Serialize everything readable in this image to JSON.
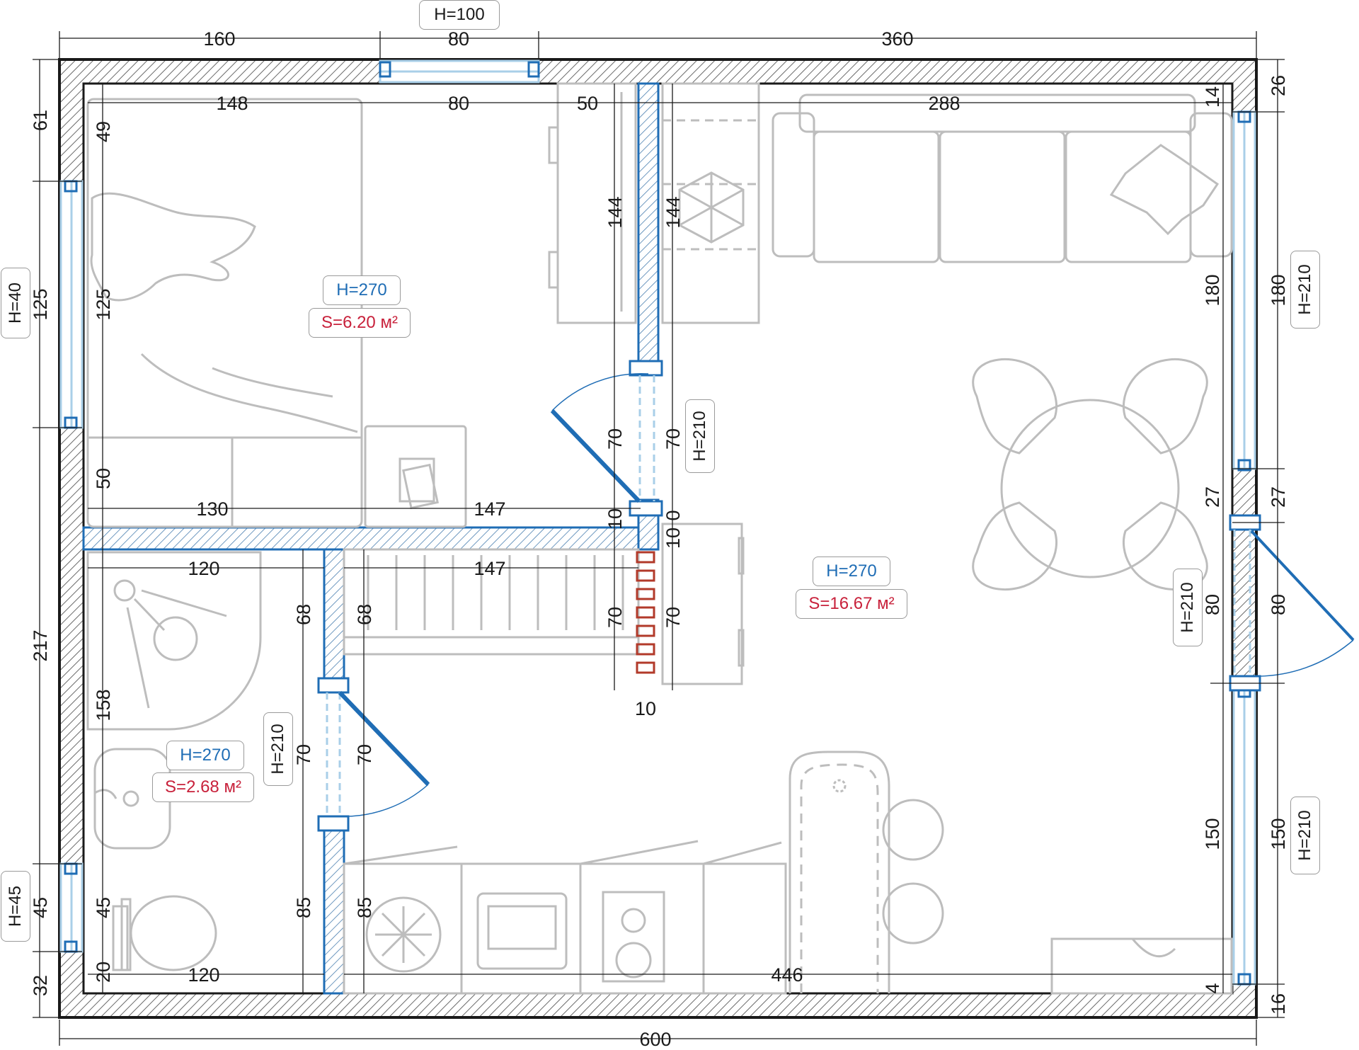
{
  "colors": {
    "wall": "#1a1a1a",
    "partition": "#1f6db5",
    "window": "#a9cfe8",
    "furniture": "#bdbdbd",
    "height_text": "#1f6db5",
    "area_text": "#c8213b",
    "radiator": "#b23a2a"
  },
  "rooms": {
    "bedroom": {
      "height": "H=270",
      "area": "S=6.20 м²"
    },
    "living": {
      "height": "H=270",
      "area": "S=16.67 м²"
    },
    "bathroom": {
      "height": "H=270",
      "area": "S=2.68 м²"
    }
  },
  "opening_heights": {
    "top_window": "H=100",
    "left_window": "H=40",
    "bath_window": "H=45",
    "bedroom_door": "H=210",
    "bath_door": "H=210",
    "right_window_upper": "H=210",
    "entrance_door": "H=210",
    "right_window_lower": "H=210"
  },
  "dims": {
    "top_160": "160",
    "top_80": "80",
    "top_360": "360",
    "in_148": "148",
    "in_80": "80",
    "in_50": "50",
    "in_288": "288",
    "in_14": "14",
    "bottom_600": "600",
    "bath_120_top": "120",
    "corr_147_top": "147",
    "bed_130": "130",
    "bed_147": "147",
    "bath_120_bottom": "120",
    "kitchen_446": "446",
    "gap_10_bottom": "10",
    "left_61": "61",
    "left_125": "125",
    "left_217": "217",
    "left_45": "45",
    "left_32": "32",
    "in_49": "49",
    "in_125": "125",
    "in_158": "158",
    "in_45": "45",
    "in_20": "20",
    "wall_144_l": "144",
    "wall_144_r": "144",
    "door_70_l": "70",
    "door_70_r": "70",
    "gap_10_a": "10",
    "gap_10_b": "10",
    "gap_0": "0",
    "bath_68_l": "68",
    "bath_68_r": "68",
    "bdoor_70_l": "70",
    "bdoor_70_r": "70",
    "bath_85_l": "85",
    "bath_85_r": "85",
    "rad_70_l": "70",
    "rad_70_r": "70",
    "right_26": "26",
    "right_180_in": "180",
    "right_180_out": "180",
    "right_27_in": "27",
    "right_27_out": "27",
    "right_80_in": "80",
    "right_80_out": "80",
    "right_150_in": "150",
    "right_150_out": "150",
    "right_4": "4",
    "right_16": "16"
  }
}
